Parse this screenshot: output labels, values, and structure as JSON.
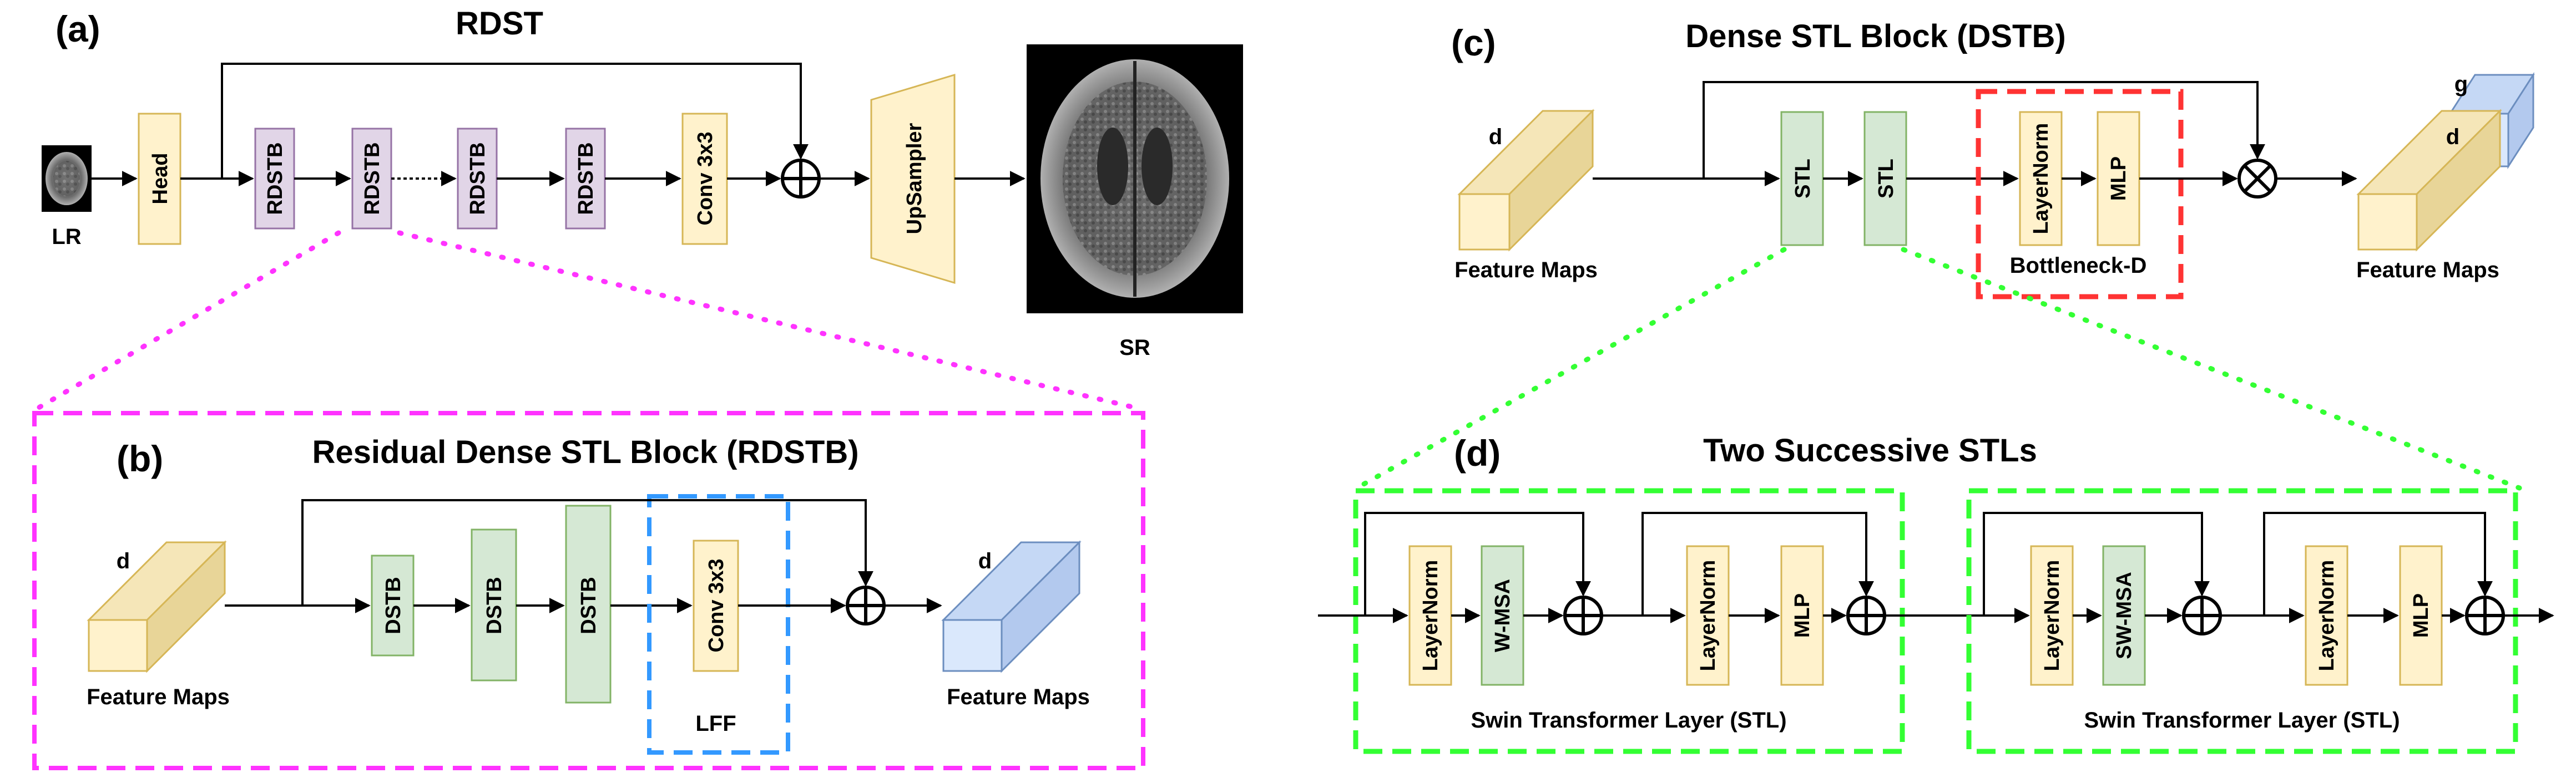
{
  "colors": {
    "yellow_fill": "#fff2cc",
    "yellow_stroke": "#d6b656",
    "purple_fill": "#e1d5e7",
    "purple_stroke": "#9673a6",
    "green_fill": "#d5e8d4",
    "green_stroke": "#82b366",
    "blue_fill": "#dae8fc",
    "blue_stroke": "#6c8ebf",
    "magenta": "#ff33ff",
    "green_dash": "#33ff33",
    "red_dash": "#ff3333",
    "blue_dash": "#3399ff"
  },
  "panel_a": {
    "tag": "(a)",
    "title": "RDST",
    "lr_label": "LR",
    "sr_label": "SR",
    "blocks": [
      "Head",
      "RDSTB",
      "RDSTB",
      "RDSTB",
      "RDSTB",
      "Conv 3x3"
    ],
    "upsampler": "UpSampler"
  },
  "panel_b": {
    "tag": "(b)",
    "title": "Residual Dense STL Block (RDSTB)",
    "input_d": "d",
    "input_label": "Feature Maps",
    "blocks": [
      "DSTB",
      "DSTB",
      "DSTB"
    ],
    "conv": "Conv 3x3",
    "lff": "LFF",
    "output_d": "d",
    "output_label": "Feature Maps"
  },
  "panel_c": {
    "tag": "(c)",
    "title": "Dense STL Block (DSTB)",
    "input_d": "d",
    "input_label": "Feature Maps",
    "stl": [
      "STL",
      "STL"
    ],
    "bottleneck": [
      "LayerNorm",
      "MLP"
    ],
    "bottleneck_label": "Bottleneck-D",
    "output_g": "g",
    "output_d": "d",
    "output_label": "Feature Maps"
  },
  "panel_d": {
    "tag": "(d)",
    "title": "Two Successive STLs",
    "layers": [
      {
        "label": "Swin Transformer Layer (STL)",
        "blocks": [
          "LayerNorm",
          "W-MSA",
          "LayerNorm",
          "MLP"
        ]
      },
      {
        "label": "Swin Transformer Layer (STL)",
        "blocks": [
          "LayerNorm",
          "SW-MSA",
          "LayerNorm",
          "MLP"
        ]
      }
    ]
  }
}
